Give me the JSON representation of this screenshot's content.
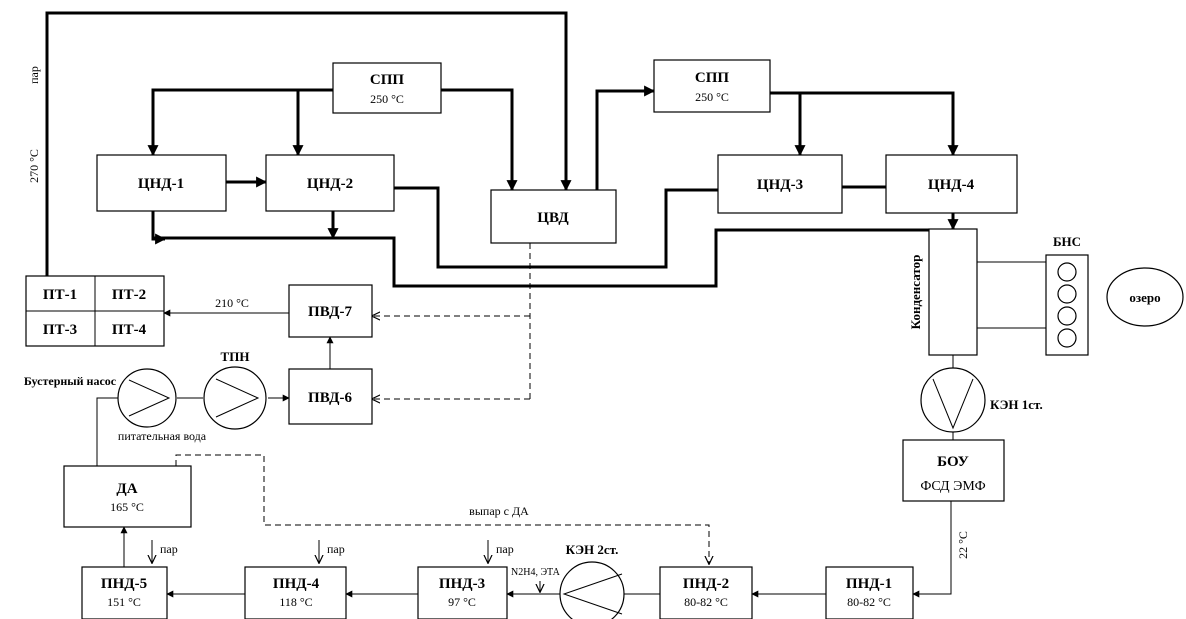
{
  "nodes": {
    "spp_left": {
      "title": "СПП",
      "temp": "250 °С"
    },
    "spp_right": {
      "title": "СПП",
      "temp": "250 °С"
    },
    "cnd1": {
      "title": "ЦНД-1"
    },
    "cnd2": {
      "title": "ЦНД-2"
    },
    "cvd": {
      "title": "ЦВД"
    },
    "cnd3": {
      "title": "ЦНД-3"
    },
    "cnd4": {
      "title": "ЦНД-4"
    },
    "pt1": {
      "title": "ПТ-1"
    },
    "pt2": {
      "title": "ПТ-2"
    },
    "pt3": {
      "title": "ПТ-3"
    },
    "pt4": {
      "title": "ПТ-4"
    },
    "pvd7": {
      "title": "ПВД-7"
    },
    "pvd6": {
      "title": "ПВД-6"
    },
    "condenser": {
      "title": "Конденсатор"
    },
    "bns": {
      "title": "БНС"
    },
    "lake": {
      "title": "озеро"
    },
    "bou": {
      "title": "БОУ",
      "sub": "ФСД   ЭМФ"
    },
    "da": {
      "title": "ДА",
      "temp": "165 °С"
    },
    "pnd5": {
      "title": "ПНД-5",
      "temp": "151 °С"
    },
    "pnd4": {
      "title": "ПНД-4",
      "temp": "118 °С"
    },
    "pnd3": {
      "title": "ПНД-3",
      "temp": "97 °С"
    },
    "pnd2": {
      "title": "ПНД-2",
      "temp": "80-82 °С"
    },
    "pnd1": {
      "title": "ПНД-1",
      "temp": "80-82 °С"
    }
  },
  "pumps": {
    "booster": "Бустерный насос",
    "tpn": "ТПН",
    "ken1": "КЭН 1ст.",
    "ken2": "КЭН 2ст."
  },
  "labels": {
    "steam_vertical": "пар",
    "temp_270": "270 °С",
    "temp_210": "210 °С",
    "feed_water": "питательная вода",
    "deaerator_vent": "выпар с ДА",
    "steam_pnd5": "пар",
    "steam_pnd4": "пар",
    "steam_pnd3": "пар",
    "chem_dosing": "N2H4, ЭТА",
    "temp_22": "22 °С"
  }
}
